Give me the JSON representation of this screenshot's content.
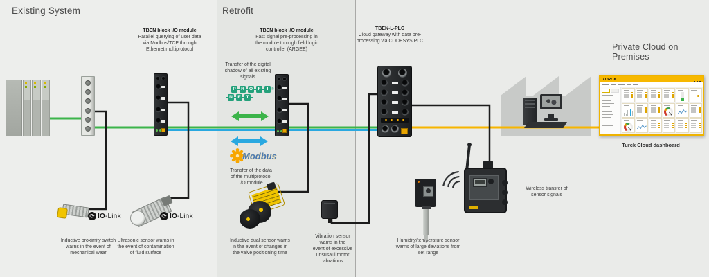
{
  "sections": {
    "existing": "Existing System",
    "retrofit": "Retrofit",
    "cloud": "Private Cloud on Premises"
  },
  "annotations": {
    "tben_left": {
      "title": "TBEN block I/O module",
      "line1": "Parallel querying of user data",
      "line2": "via Modbus/TCP through",
      "line3": "Ethernet multiprotocol"
    },
    "tben_retrofit": {
      "title": "TBEN block I/O module",
      "line1": "Fast signal pre-processing in",
      "line2": "the module through field logic",
      "line3": "controller (ARGEE)"
    },
    "tben_l_plc": {
      "title": "TBEN-L-PLC",
      "line1": "Cloud gateway with data pre-",
      "line2": "processing via CODESYS PLC"
    },
    "digital_shadow": {
      "line1": "Transfer of the digital",
      "line2": "shadow of all existing",
      "line3": "signals"
    },
    "modbus_transfer": {
      "line1": "Transfer of the data",
      "line2": "of the multiprotocol",
      "line3": "I/O module"
    },
    "inductive_prox": {
      "line1": "Inductive proximity switch",
      "line2": "warns in the event of",
      "line3": "mechanical wear"
    },
    "ultrasonic": {
      "line1": "Ultrasonic sensor warns in",
      "line2": "the event of contamination",
      "line3": "of fluid surface"
    },
    "dual_sensor": {
      "line1": "Inductive dual sensor warns",
      "line2": "in the event of changes in",
      "line3": "the valve positioning time"
    },
    "vibration": {
      "line1": "Vibration sensor",
      "line2": "warns in the",
      "line3": "event of excessive",
      "line4": "unsusaul motor",
      "line5": "vibrations"
    },
    "humidity": {
      "line1": "Humidity/temperature sensor",
      "line2": "warns of large deviations from",
      "line3": "set range"
    },
    "wireless": {
      "line1": "Wireless transfer of",
      "line2": "sensor signals"
    },
    "dashboard_caption": "Turck Cloud dashboard"
  },
  "logos": {
    "iolink": {
      "bold": "IO",
      "rest": "-Link",
      "glyph": "⟳"
    },
    "profinet": {
      "row1": [
        "P",
        "R",
        "O",
        "F",
        "I"
      ],
      "row2": [
        "N",
        "E",
        "T"
      ],
      "reg": "®"
    },
    "modbus": "Modbus",
    "turck": "TURCK"
  },
  "colors": {
    "profinet_green": "#24a17b",
    "line_green": "#3cb44a",
    "line_blue": "#29a8e0",
    "line_yellow": "#f7b500",
    "modbus_orange": "#f7a600",
    "modbus_blue": "#4a7ab5",
    "turck_yellow": "#f7b800",
    "cable_black": "#1c1c1c"
  },
  "dashboard": {
    "grid": [
      [
        "list",
        "list",
        "list",
        "list",
        "vbar",
        "spark"
      ],
      [
        "bars",
        "list",
        "list",
        "gauge",
        "line",
        "list"
      ],
      [
        "gauge",
        "line",
        "list",
        "list",
        "list",
        "list"
      ]
    ],
    "sidebar_rows": [
      16,
      20,
      14,
      18,
      12,
      19,
      15,
      17,
      13,
      18,
      14,
      16
    ]
  }
}
